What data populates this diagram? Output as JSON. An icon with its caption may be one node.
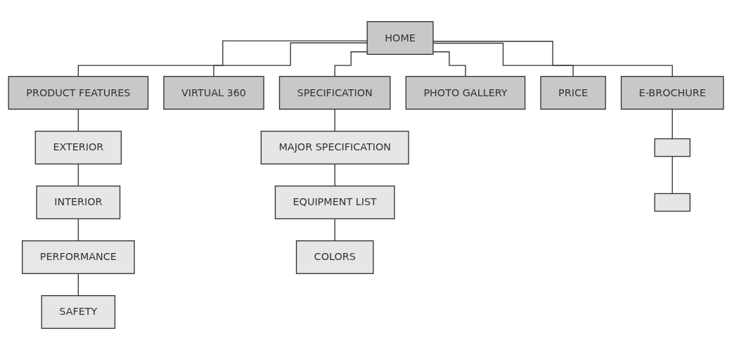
{
  "diagram": {
    "nodes": [
      {
        "text": [
          "HOME"
        ]
      },
      {
        "text": [
          "PRODUCT FEATURES"
        ]
      },
      {
        "text": [
          "VIRTUAL 360"
        ]
      },
      {
        "text": [
          "SPECIFICATION"
        ]
      },
      {
        "text": [
          "PHOTO GALLERY"
        ]
      },
      {
        "text": [
          "PRICE"
        ]
      },
      {
        "text": [
          "E-BROCHURE"
        ]
      },
      {
        "text": [
          "EXTERIOR"
        ]
      },
      {
        "text": [
          "INTERIOR"
        ]
      },
      {
        "text": [
          "PERFORMANCE"
        ]
      },
      {
        "text": [
          "SAFETY"
        ]
      },
      {
        "text": [
          "MAJOR SPECIFICATION"
        ]
      },
      {
        "text": [
          "EQUIPMENT LIST"
        ]
      },
      {
        "text": [
          "COLORS"
        ]
      },
      {
        "text": [],
        "shape": "box"
      },
      {
        "text": [],
        "shape": "box"
      }
    ],
    "edges": [
      {
        "from": 0,
        "to": 1,
        "arrow": "none"
      },
      {
        "from": 0,
        "to": 2,
        "arrow": "none"
      },
      {
        "from": 0,
        "to": 3,
        "arrow": "none"
      },
      {
        "from": 0,
        "to": 4,
        "arrow": "none"
      },
      {
        "from": 0,
        "to": 5,
        "arrow": "none"
      },
      {
        "from": 0,
        "to": 6,
        "arrow": "none"
      },
      {
        "from": 1,
        "to": 7,
        "arrow": "none"
      },
      {
        "from": 7,
        "to": 8,
        "arrow": "none"
      },
      {
        "from": 8,
        "to": 9,
        "arrow": "none"
      },
      {
        "from": 9,
        "to": 10,
        "arrow": "none"
      },
      {
        "from": 3,
        "to": 11,
        "arrow": "none"
      },
      {
        "from": 11,
        "to": 12,
        "arrow": "none"
      },
      {
        "from": 12,
        "to": 13,
        "arrow": "none"
      },
      {
        "from": 6,
        "to": 14,
        "arrow": "none"
      },
      {
        "from": 14,
        "to": 15,
        "arrow": "none"
      }
    ]
  }
}
